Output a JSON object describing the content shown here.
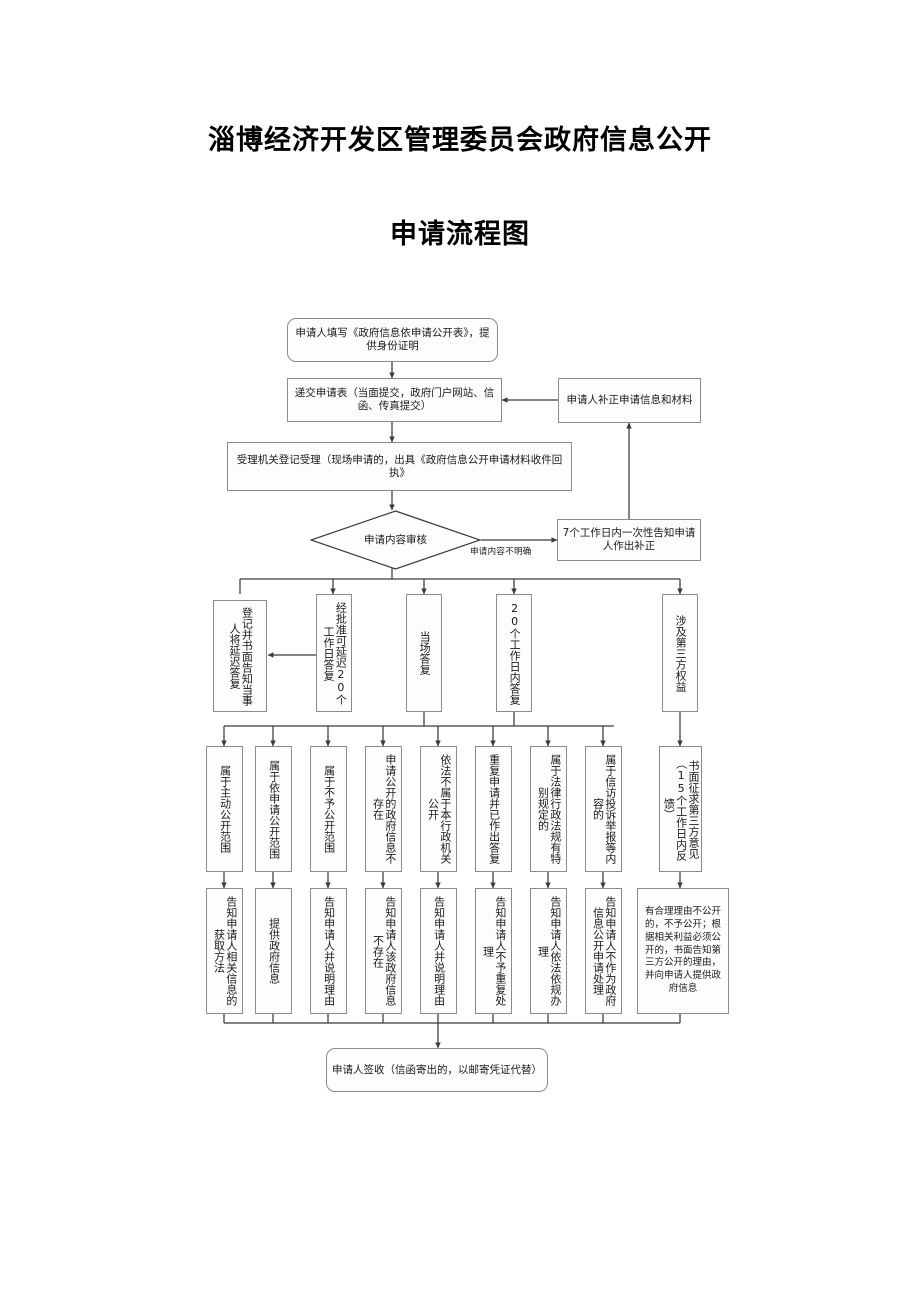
{
  "document": {
    "title_line_1": "淄博经济开发区管理委员会政府信息公开",
    "title_line_2": "申请流程图"
  },
  "style": {
    "node_border": "#8b8b8b",
    "node_fill": "#fdfdfd",
    "edge_color": "#3a3a3a",
    "text_color": "#1a1a1a",
    "background": "#ffffff"
  },
  "flowchart": {
    "type": "flowchart",
    "orientation": "top-to-bottom",
    "nodes": [
      {
        "id": "n1",
        "label": "申请人填写《政府信息依申请公开表》，提供身份证明",
        "shape": "rounded-rect",
        "text_direction": "horizontal"
      },
      {
        "id": "n2",
        "label": "递交申请表（当面提交，政府门户网站、信函、传真提交）",
        "shape": "rect",
        "text_direction": "horizontal"
      },
      {
        "id": "n3",
        "label": "申请人补正申请信息和材料",
        "shape": "rect",
        "text_direction": "horizontal"
      },
      {
        "id": "n4",
        "label": "受理机关登记受理（现场申请的，出具《政府信息公开申请材料收件回执》",
        "shape": "rect",
        "text_direction": "horizontal"
      },
      {
        "id": "n5",
        "label": "申请内容审核",
        "shape": "diamond",
        "text_direction": "horizontal"
      },
      {
        "id": "n6",
        "label": "7个工作日内一次性告知申请人作出补正",
        "shape": "rect",
        "text_direction": "horizontal"
      },
      {
        "id": "n7",
        "label": "登记并书面告知当事人将延迟答复",
        "shape": "rect",
        "text_direction": "vertical"
      },
      {
        "id": "n8",
        "label": "经批准可延迟20个工作日答复",
        "shape": "rect",
        "text_direction": "vertical"
      },
      {
        "id": "n9",
        "label": "当场答复",
        "shape": "rect",
        "text_direction": "vertical"
      },
      {
        "id": "n10",
        "label": "20个工作日内答复",
        "shape": "rect",
        "text_direction": "vertical"
      },
      {
        "id": "n11",
        "label": "涉及第三方权益",
        "shape": "rect",
        "text_direction": "vertical"
      },
      {
        "id": "n12",
        "label": "属于主动公开范围",
        "shape": "rect",
        "text_direction": "vertical"
      },
      {
        "id": "n13",
        "label": "属于依申请公开范围",
        "shape": "rect",
        "text_direction": "vertical"
      },
      {
        "id": "n14",
        "label": "属于不予公开范围",
        "shape": "rect",
        "text_direction": "vertical"
      },
      {
        "id": "n15",
        "label": "申请公开的政府信息不存在",
        "shape": "rect",
        "text_direction": "vertical"
      },
      {
        "id": "n16",
        "label": "依法不属于本行政机关公开",
        "shape": "rect",
        "text_direction": "vertical"
      },
      {
        "id": "n17",
        "label": "重复申请并已作出答复",
        "shape": "rect",
        "text_direction": "vertical"
      },
      {
        "id": "n18",
        "label": "属于法律行政法规有特别规定的",
        "shape": "rect",
        "text_direction": "vertical"
      },
      {
        "id": "n19",
        "label": "属于信访投诉举报等内容的",
        "shape": "rect",
        "text_direction": "vertical"
      },
      {
        "id": "n20",
        "label": "书面征求第三方意见（15个工作日内反馈）",
        "shape": "rect",
        "text_direction": "vertical"
      },
      {
        "id": "n21",
        "label": "告知申请人相关信息的获取方法",
        "shape": "rect",
        "text_direction": "vertical"
      },
      {
        "id": "n22",
        "label": "提供政府信息",
        "shape": "rect",
        "text_direction": "vertical"
      },
      {
        "id": "n23",
        "label": "告知申请人并说明理由",
        "shape": "rect",
        "text_direction": "vertical"
      },
      {
        "id": "n24",
        "label": "告知申请人该政府信息不存在",
        "shape": "rect",
        "text_direction": "vertical"
      },
      {
        "id": "n25",
        "label": "告知申请人并说明理由",
        "shape": "rect",
        "text_direction": "vertical"
      },
      {
        "id": "n26",
        "label": "告知申请人不予重复处理",
        "shape": "rect",
        "text_direction": "vertical"
      },
      {
        "id": "n27",
        "label": "告知申请人依法依规办理",
        "shape": "rect",
        "text_direction": "vertical"
      },
      {
        "id": "n28",
        "label": "告知申请人不作为政府信息公开申请处理",
        "shape": "rect",
        "text_direction": "vertical"
      },
      {
        "id": "n29",
        "label": "有合理理由不公开的，不予公开；根据相关利益必须公开的，书面告知第三方公开的理由，并向申请人提供政府信息",
        "shape": "rect",
        "text_direction": "horizontal"
      },
      {
        "id": "n30",
        "label": "申请人签收（信函寄出的，以邮寄凭证代替）",
        "shape": "rounded-rect",
        "text_direction": "horizontal"
      }
    ],
    "edge_labels": [
      {
        "id": "e-unclear",
        "label": "申请内容不明确"
      }
    ]
  }
}
